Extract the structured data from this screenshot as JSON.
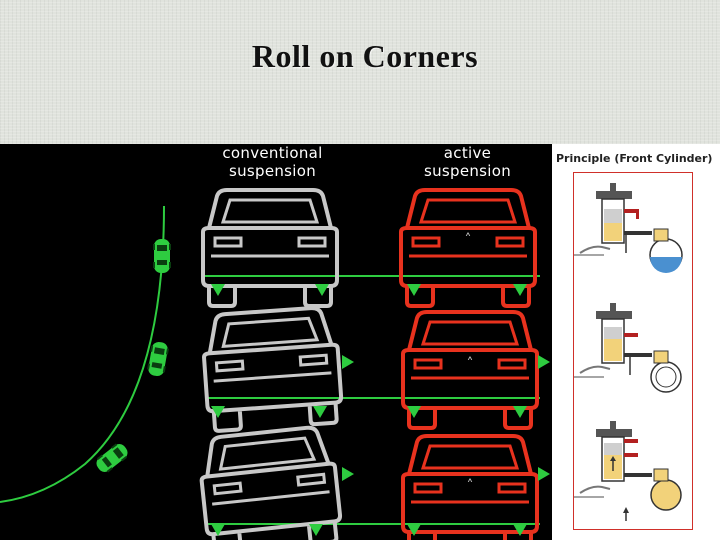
{
  "slide": {
    "title": "Roll on Corners"
  },
  "figure": {
    "columns": [
      {
        "line1": "conventional",
        "line2": "suspension",
        "color": "#c8c8c8"
      },
      {
        "line1": "active",
        "line2": "suspension",
        "color": "#e8321e"
      }
    ],
    "rows": [
      "straight",
      "entering-corner",
      "in-corner"
    ],
    "accent_green": "#2ecc40",
    "principle": {
      "title": "Principle (Front Cylinder)",
      "frame_color": "#d0302a",
      "stages": [
        "neutral",
        "compressing",
        "extending"
      ]
    }
  }
}
